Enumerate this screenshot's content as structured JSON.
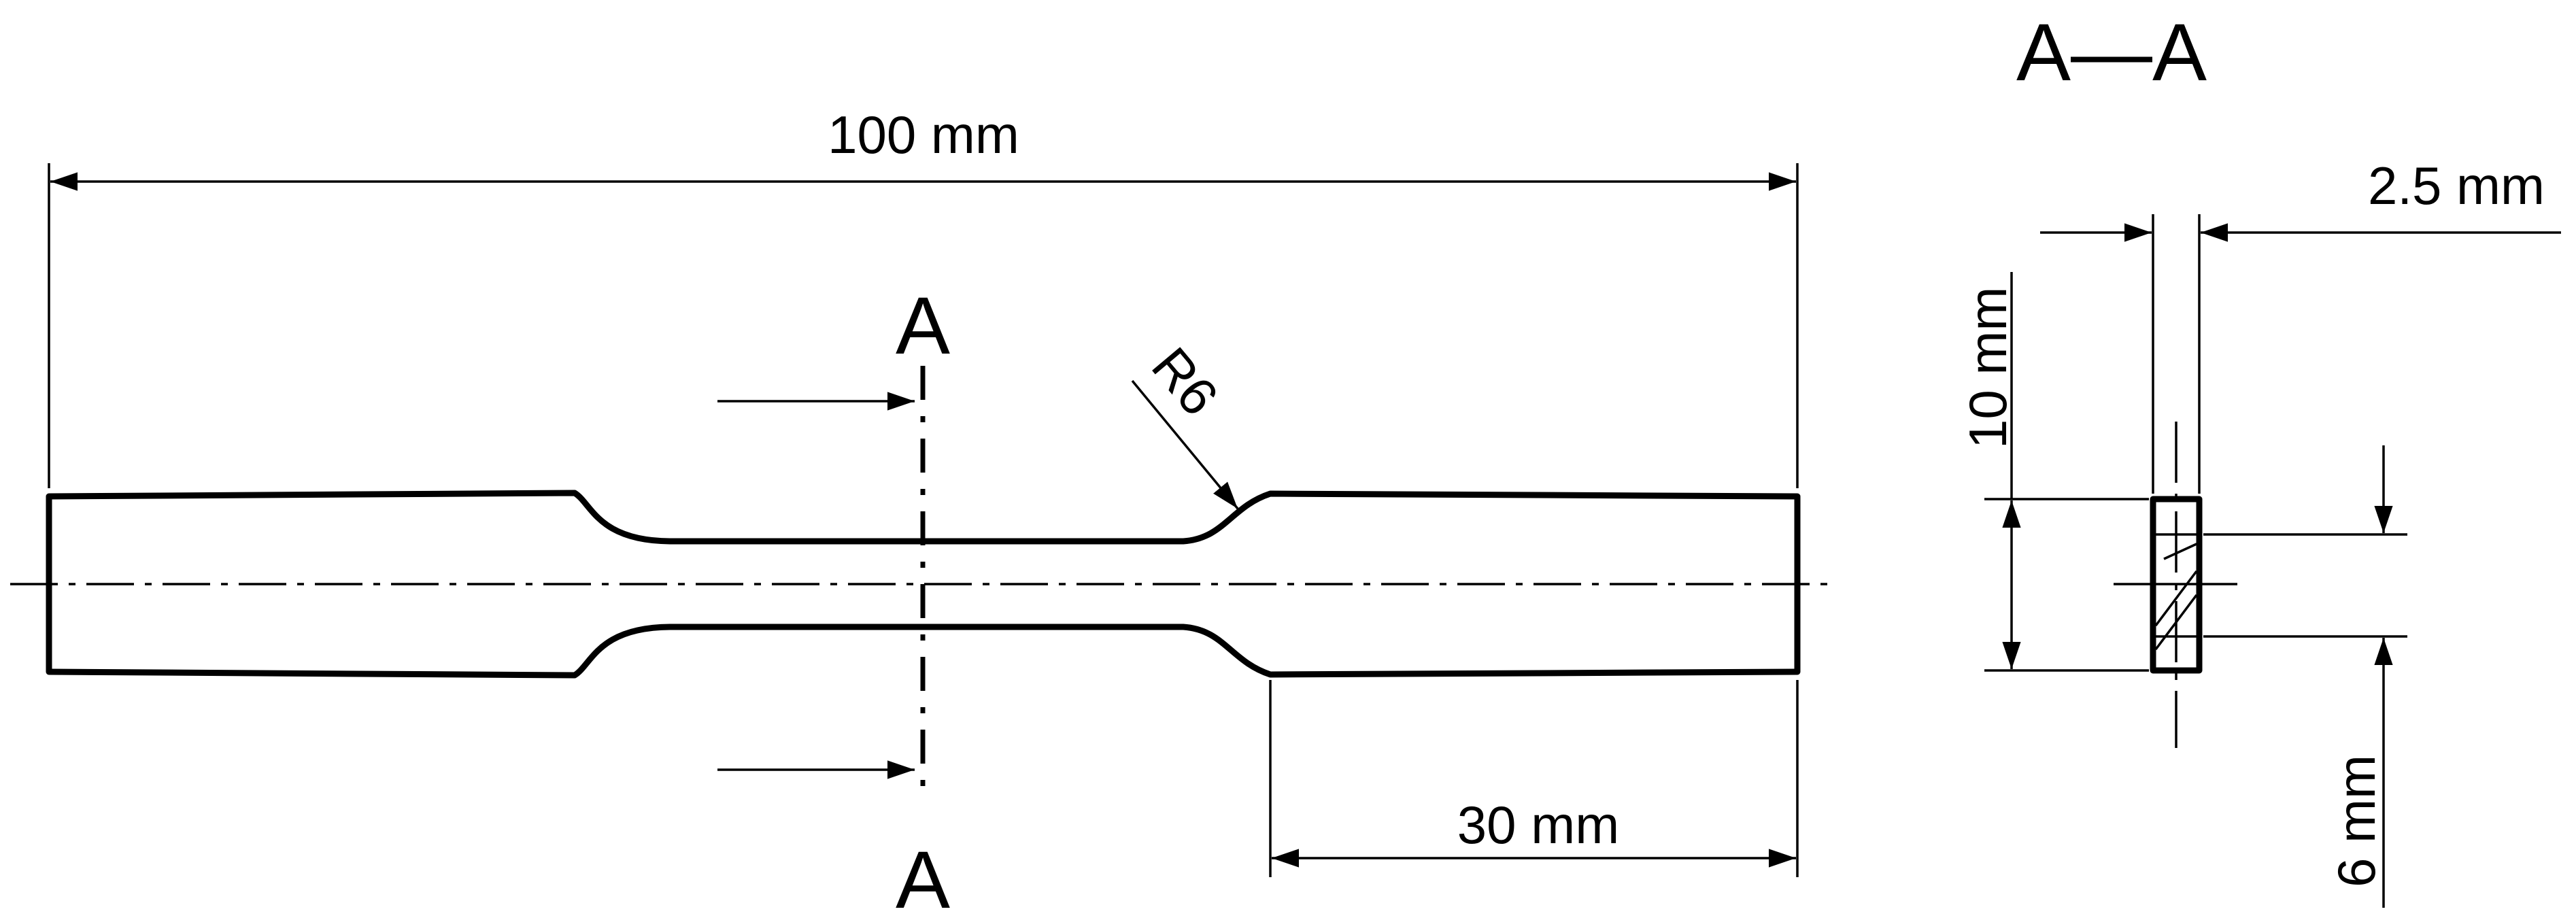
{
  "labels": {
    "overall_length": "100 mm",
    "grip_length": "30 mm",
    "fillet_radius": "R6",
    "section_letter": "A",
    "section_title": "A—A",
    "thickness": "2.5 mm",
    "width_overall": "10 mm",
    "width_gauge": "6 mm"
  }
}
